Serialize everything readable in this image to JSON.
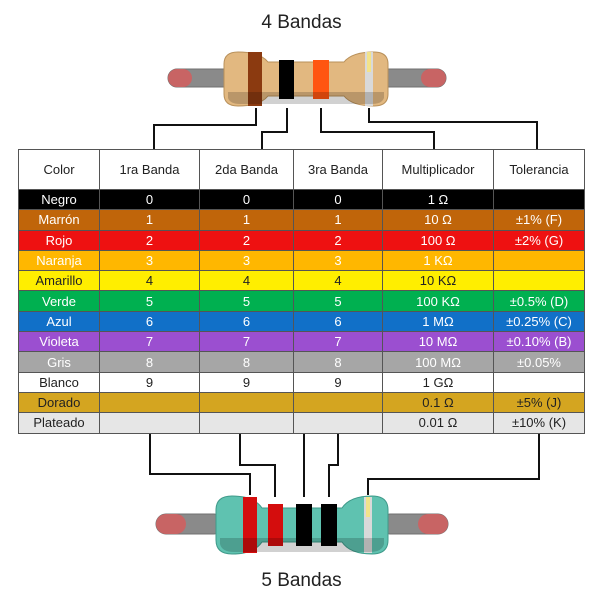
{
  "titles": {
    "top": "4 Bandas",
    "bottom": "5 Bandas"
  },
  "table": {
    "headers": [
      "Color",
      "1ra Banda",
      "2da Banda",
      "3ra Banda",
      "Multiplicador",
      "Tolerancia"
    ],
    "rows": [
      {
        "cells": [
          "Negro",
          "0",
          "0",
          "0",
          "1 Ω",
          ""
        ],
        "bg": "#000000",
        "fg": "#ffffff"
      },
      {
        "cells": [
          "Marrón",
          "1",
          "1",
          "1",
          "10 Ω",
          "±1% (F)"
        ],
        "bg": "#c0650a",
        "fg": "#ffffff"
      },
      {
        "cells": [
          "Rojo",
          "2",
          "2",
          "2",
          "100 Ω",
          "±2% (G)"
        ],
        "bg": "#ee1111",
        "fg": "#ffffff"
      },
      {
        "cells": [
          "Naranja",
          "3",
          "3",
          "3",
          "1 KΩ",
          ""
        ],
        "bg": "#ffb700",
        "fg": "#ffffff"
      },
      {
        "cells": [
          "Amarillo",
          "4",
          "4",
          "4",
          "10 KΩ",
          ""
        ],
        "bg": "#ffee00",
        "fg": "#222222"
      },
      {
        "cells": [
          "Verde",
          "5",
          "5",
          "5",
          "100 KΩ",
          "±0.5% (D)"
        ],
        "bg": "#00b050",
        "fg": "#ffffff"
      },
      {
        "cells": [
          "Azul",
          "6",
          "6",
          "6",
          "1 MΩ",
          "±0.25% (C)"
        ],
        "bg": "#1170c8",
        "fg": "#ffffff"
      },
      {
        "cells": [
          "Violeta",
          "7",
          "7",
          "7",
          "10 MΩ",
          "±0.10% (B)"
        ],
        "bg": "#9b4fd0",
        "fg": "#ffffff"
      },
      {
        "cells": [
          "Gris",
          "8",
          "8",
          "8",
          "100 MΩ",
          "±0.05%"
        ],
        "bg": "#a6a6a6",
        "fg": "#ffffff"
      },
      {
        "cells": [
          "Blanco",
          "9",
          "9",
          "9",
          "1 GΩ",
          ""
        ],
        "bg": "#ffffff",
        "fg": "#222222"
      },
      {
        "cells": [
          "Dorado",
          "",
          "",
          "",
          "0.1 Ω",
          "±5% (J)"
        ],
        "bg": "#d4a520",
        "fg": "#222222"
      },
      {
        "cells": [
          "Plateado",
          "",
          "",
          "",
          "0.01 Ω",
          "±10% (K)"
        ],
        "bg": "#e6e6e6",
        "fg": "#222222"
      }
    ]
  },
  "resistors": {
    "four_band": {
      "body_color": "#e2b880",
      "band_colors": [
        "#8b3a10",
        "#000000",
        "#ff5511",
        "#d9d9d9"
      ]
    },
    "five_band": {
      "body_color": "#5fc2b0",
      "band_colors": [
        "#d40d0d",
        "#d40d0d",
        "#000000",
        "#000000",
        "#d9d9d9"
      ]
    },
    "lead_color": "#8a8a8a",
    "lead_cap_color": "#c86464"
  }
}
